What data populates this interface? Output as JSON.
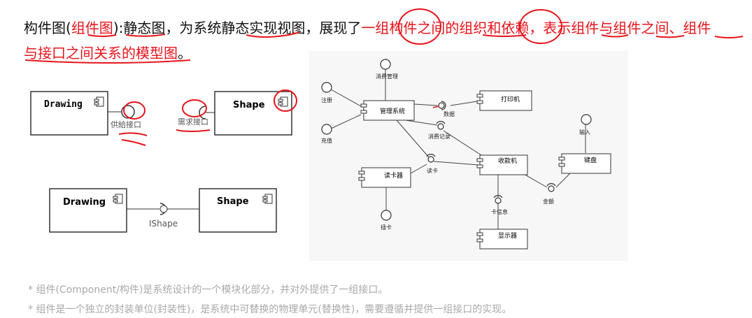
{
  "heading": {
    "line1": [
      {
        "text": "构件图(",
        "color": "black"
      },
      {
        "text": "组件图",
        "color": "red"
      },
      {
        "text": "):静态图，为系统静态实现视图，展现了",
        "color": "black"
      },
      {
        "text": "一组构件之间的组织和依赖",
        "color": "red"
      },
      {
        "text": "，表示组件与组件之间、组件",
        "color": "red"
      }
    ],
    "line2": [
      {
        "text": "与接口之间关系的模型图",
        "color": "red"
      },
      {
        "text": "。",
        "color": "black"
      }
    ]
  },
  "left_diagram": {
    "component_drawing": "Drawing",
    "component_shape": "Shape",
    "provided_interface_label": "供給接口",
    "required_interface_label": "需求接口",
    "assembled_drawing": "Drawing",
    "assembled_shape": "Shape",
    "interface_name": "IShape"
  },
  "right_diagram": {
    "components": {
      "management": "管理系统",
      "printer": "打印机",
      "register": "收款机",
      "card_reader": "读卡器",
      "keyboard": "键盘",
      "display": "显示器"
    },
    "interfaces": {
      "consumption_mgmt": "消费管理",
      "signup": "注册",
      "recharge": "充值",
      "data": "数据",
      "consumption_record": "消费记录",
      "read_card": "读卡",
      "insert_card": "插卡",
      "input": "输入",
      "amount": "金额",
      "card_info": "卡信息"
    }
  },
  "notes": [
    "* 组件(Component/构件)是系统设计的一个模块化部分，并对外提供了一组接口。",
    "* 组件是一个独立的封装单位(封装性)，是系统中可替换的物理单元(替换性)，需要遵循并提供一组接口的实现。"
  ],
  "colors": {
    "annotation": "#e8141c",
    "note": "#a9a9a9",
    "diagram_bg": "#f7f7f7"
  }
}
